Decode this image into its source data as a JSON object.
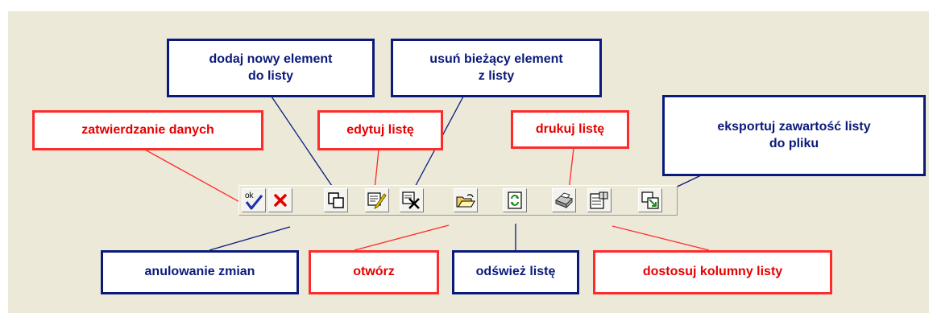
{
  "callouts": {
    "confirm": "zatwierdzanie danych",
    "add": "dodaj nowy element\ndo listy",
    "edit": "edytuj listę",
    "delete": "usuń bieżący element\nz listy",
    "print": "drukuj listę",
    "export": "eksportuj zawartość listy\ndo pliku",
    "cancel": "anulowanie zmian",
    "open": "otwórz",
    "refresh": "odśwież listę",
    "columns": "dostosuj kolumny listy"
  },
  "toolbar": {
    "ok_label": "ok",
    "buttons": [
      "ok-check",
      "cancel-x",
      "add-copy",
      "edit-pencil",
      "delete-x",
      "open-folder",
      "refresh",
      "print",
      "columns",
      "export"
    ]
  },
  "colors": {
    "background": "#ece9d8",
    "blue": "#0a1a7a",
    "red": "#ff2a2a"
  }
}
